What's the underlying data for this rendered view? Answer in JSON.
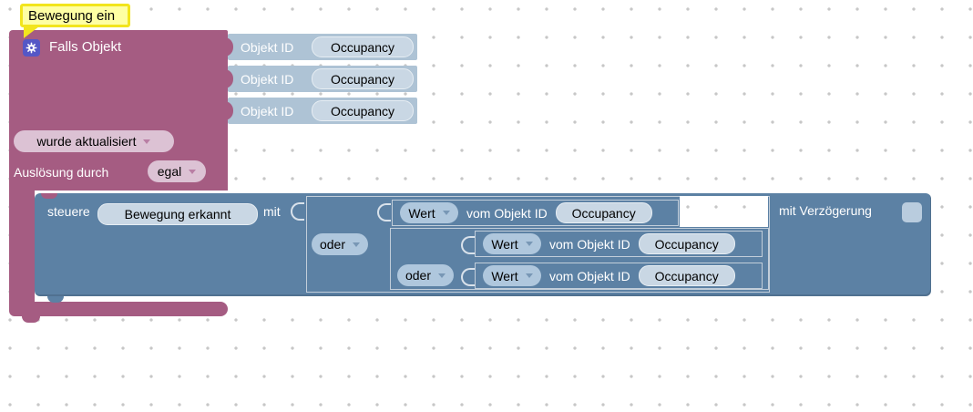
{
  "colors": {
    "trigger_block": "#a55c82",
    "control_block": "#5c81a4",
    "shadow_block": "#aec3d5",
    "field_bg": "#c9d7e4",
    "pink_dropdown_bg": "#dcc2d4",
    "blue_dropdown_bg": "#afc7dd",
    "comment_fill": "#feffa3",
    "comment_border": "#f2e51d",
    "workspace_dot": "#c7c7c7"
  },
  "comment": {
    "text": "Bewegung ein"
  },
  "trigger_block": {
    "title": "Falls Objekt",
    "object_inputs": [
      {
        "label": "Objekt ID",
        "value": "Occupancy"
      },
      {
        "label": "Objekt ID",
        "value": "Occupancy"
      },
      {
        "label": "Objekt ID",
        "value": "Occupancy"
      }
    ],
    "update_dropdown": {
      "value": "wurde aktualisiert"
    },
    "trigger_row": {
      "label": "Auslösung durch",
      "dropdown_value": "egal"
    }
  },
  "control_block": {
    "verb": "steuere",
    "object_field": "Bewegung erkannt",
    "with_label": "mit",
    "delay": {
      "label": "mit Verzögerung",
      "checked": false
    },
    "logic": {
      "outer_operator": "oder",
      "inner_operator": "oder",
      "value_blocks": [
        {
          "dropdown": "Wert",
          "label": "vom Objekt ID",
          "value": "Occupancy"
        },
        {
          "dropdown": "Wert",
          "label": "vom Objekt ID",
          "value": "Occupancy"
        },
        {
          "dropdown": "Wert",
          "label": "vom Objekt ID",
          "value": "Occupancy"
        }
      ]
    }
  }
}
